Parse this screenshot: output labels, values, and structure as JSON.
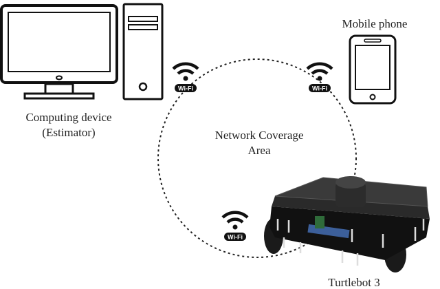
{
  "labels": {
    "computing_line1": "Computing device",
    "computing_line2": "(Estimator)",
    "mobile": "Mobile phone",
    "coverage_line1": "Network Coverage",
    "coverage_line2": "Area",
    "robot": "Turtlebot 3"
  },
  "wifi_badge": "Wi-Fi",
  "icons": [
    "monitor-icon",
    "computer-tower-icon",
    "mobile-phone-icon",
    "wifi-icon",
    "robot-image"
  ]
}
